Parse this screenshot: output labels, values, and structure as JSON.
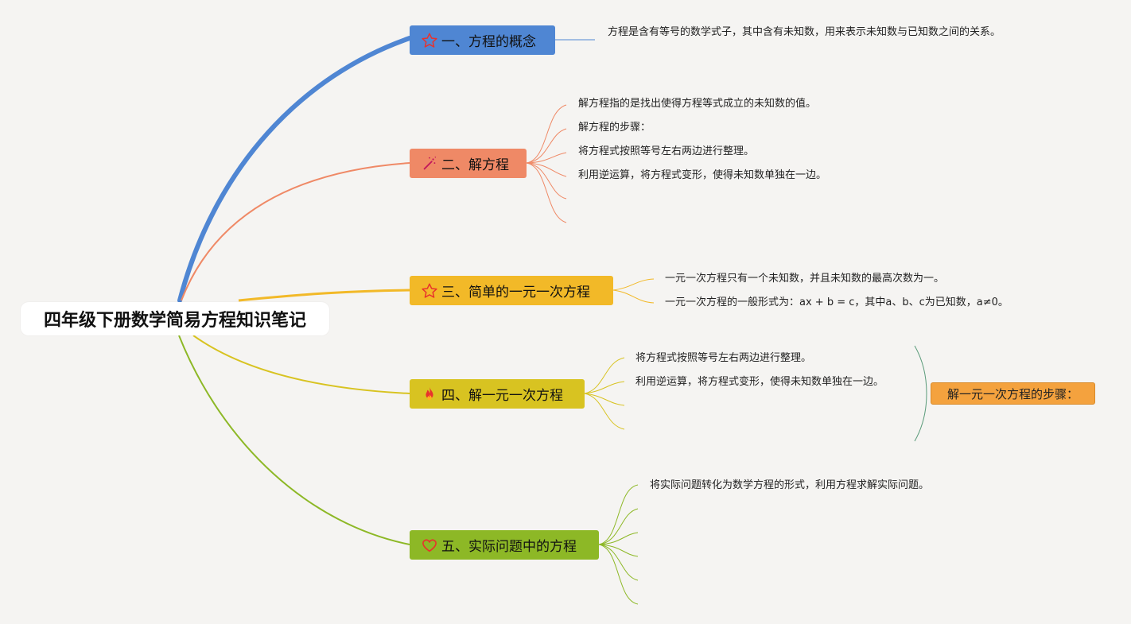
{
  "root": {
    "title": "四年级下册数学简易方程知识笔记"
  },
  "colors": {
    "background": "#f5f4f2",
    "branch1": "#4f86d3",
    "branch2": "#ef8966",
    "branch3": "#f2b928",
    "branch4": "#d8c321",
    "branch5": "#8db826",
    "summary": "#f4a23e",
    "summary_line": "#5a9b7a"
  },
  "branches": [
    {
      "label": "一、方程的概念",
      "icon": "star-outline-icon",
      "leaves": [
        "方程是含有等号的数学式子，其中含有未知数，用来表示未知数与已知数之间的关系。"
      ]
    },
    {
      "label": "二、解方程",
      "icon": "magic-wand-icon",
      "leaves": [
        "解方程指的是找出使得方程等式成立的未知数的值。",
        "解方程的步骤：",
        "将方程式按照等号左右两边进行整理。",
        "利用逆运算，将方程式变形，使得未知数单独在一边。",
        "",
        ""
      ]
    },
    {
      "label": "三、简单的一元一次方程",
      "icon": "star-outline-icon",
      "leaves": [
        "一元一次方程只有一个未知数，并且未知数的最高次数为一。",
        "一元一次方程的一般形式为：ax + b = c，其中a、b、c为已知数，a≠0。"
      ]
    },
    {
      "label": "四、解一元一次方程",
      "icon": "fire-icon",
      "leaves": [
        "将方程式按照等号左右两边进行整理。",
        "利用逆运算，将方程式变形，使得未知数单独在一边。",
        "",
        ""
      ],
      "summary": "解一元一次方程的步骤："
    },
    {
      "label": "五、实际问题中的方程",
      "icon": "heart-outline-icon",
      "leaves": [
        "将实际问题转化为数学方程的形式，利用方程求解实际问题。",
        "",
        "",
        "",
        "",
        ""
      ]
    }
  ]
}
